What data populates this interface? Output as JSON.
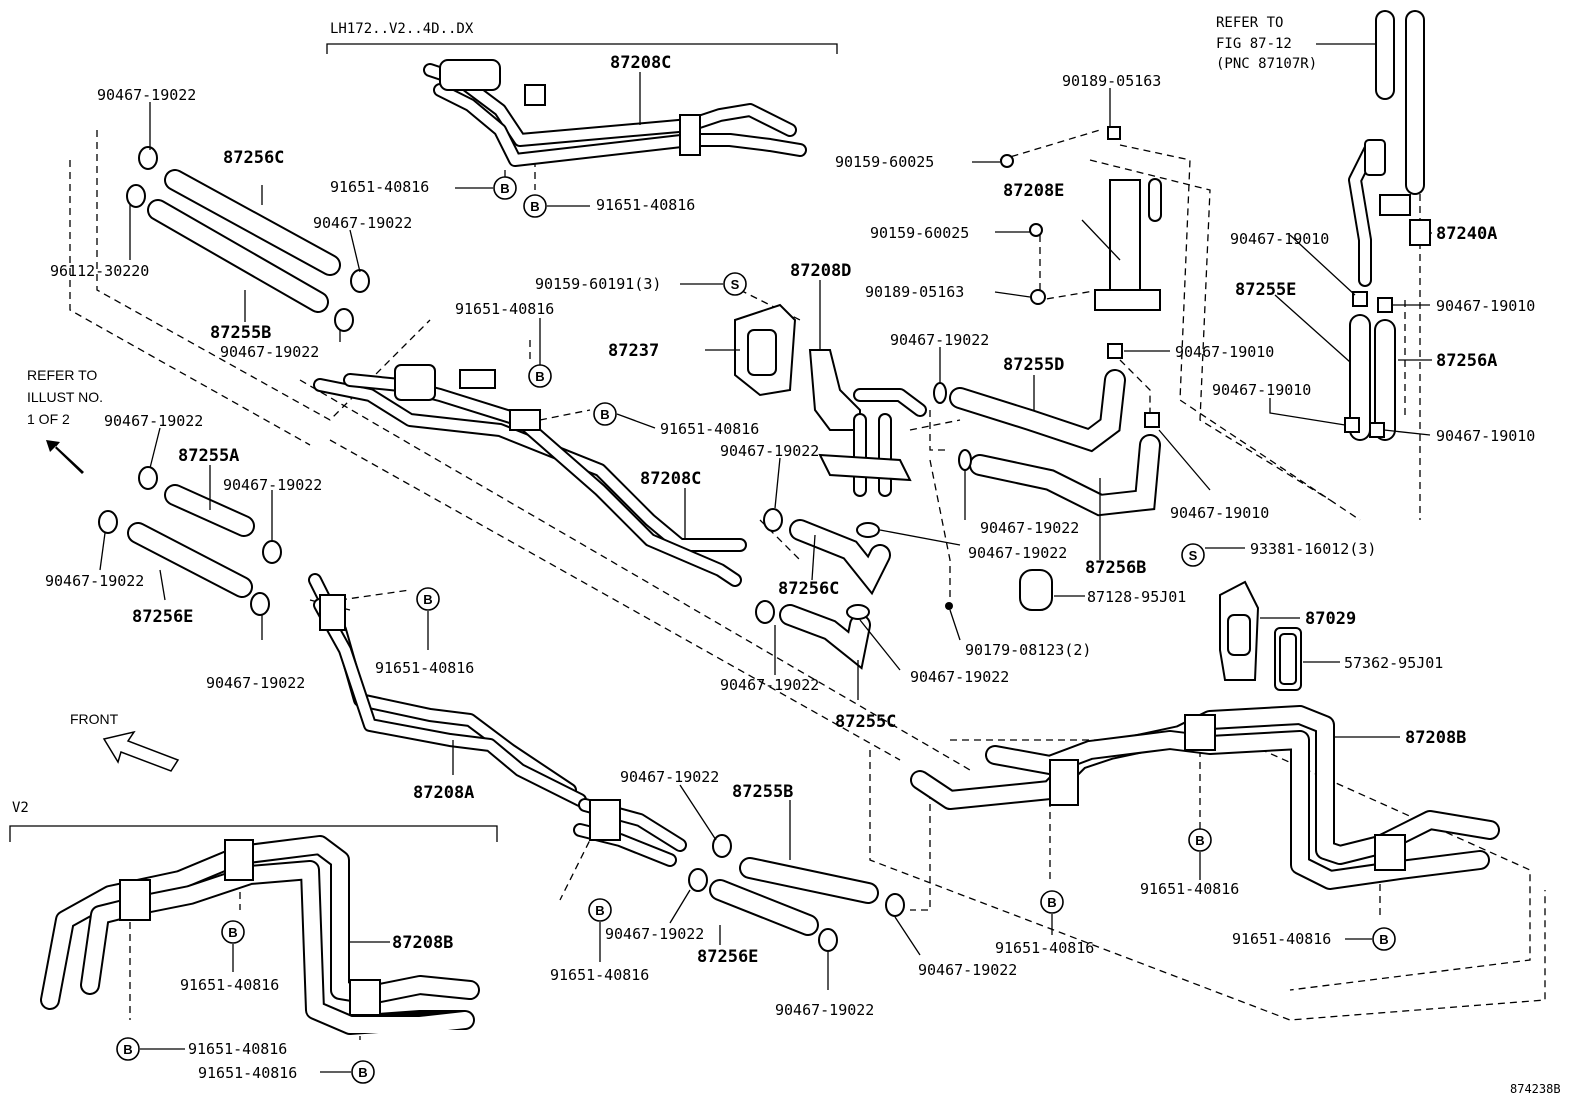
{
  "headers": {
    "top_variant": "LH172..V2..4D..DX",
    "v2_variant": "V2",
    "refer_fig": [
      "REFER TO",
      "FIG 87-12",
      "(PNC 87107R)"
    ],
    "refer_illust": [
      "REFER TO",
      "ILLUST NO.",
      "1 OF 2"
    ],
    "front": "FRONT",
    "diagram_id": "874238B"
  },
  "symbols": {
    "bolt": "B",
    "screw": "S"
  },
  "parts": [
    {
      "id": "p1",
      "text": "90467-19022"
    },
    {
      "id": "p2",
      "text": "87256C"
    },
    {
      "id": "p3",
      "text": "90467-19022"
    },
    {
      "id": "p4",
      "text": "96112-30220"
    },
    {
      "id": "p5",
      "text": "87255B"
    },
    {
      "id": "p6",
      "text": "90467-19022"
    },
    {
      "id": "p7",
      "text": "87208C"
    },
    {
      "id": "p8",
      "text": "91651-40816"
    },
    {
      "id": "p9",
      "text": "91651-40816"
    },
    {
      "id": "p10",
      "text": "90159-60191(3)"
    },
    {
      "id": "p11",
      "text": "91651-40816"
    },
    {
      "id": "p12",
      "text": "87237"
    },
    {
      "id": "p13",
      "text": "91651-40816"
    },
    {
      "id": "p14",
      "text": "87208C"
    },
    {
      "id": "p15",
      "text": "90467-19022"
    },
    {
      "id": "p16",
      "text": "87255A"
    },
    {
      "id": "p17",
      "text": "90467-19022"
    },
    {
      "id": "p18",
      "text": "90467-19022"
    },
    {
      "id": "p19",
      "text": "87256E"
    },
    {
      "id": "p20",
      "text": "90467-19022"
    },
    {
      "id": "p21",
      "text": "91651-40816"
    },
    {
      "id": "p22",
      "text": "87208A"
    },
    {
      "id": "p23",
      "text": "87208D"
    },
    {
      "id": "p24",
      "text": "90467-19022"
    },
    {
      "id": "p25",
      "text": "87255D"
    },
    {
      "id": "p26",
      "text": "90467-19022"
    },
    {
      "id": "p27",
      "text": "87256C"
    },
    {
      "id": "p28",
      "text": "90467-19022"
    },
    {
      "id": "p29",
      "text": "90467-19022"
    },
    {
      "id": "p30",
      "text": "87256B"
    },
    {
      "id": "p31",
      "text": "90467-19022"
    },
    {
      "id": "p32",
      "text": "90467-19022"
    },
    {
      "id": "p33",
      "text": "87255C"
    },
    {
      "id": "p34",
      "text": "87128-95J01"
    },
    {
      "id": "p35",
      "text": "90179-08123(2)"
    },
    {
      "id": "p36",
      "text": "90189-05163"
    },
    {
      "id": "p37",
      "text": "90159-60025"
    },
    {
      "id": "p38",
      "text": "87208E"
    },
    {
      "id": "p39",
      "text": "90159-60025"
    },
    {
      "id": "p40",
      "text": "90189-05163"
    },
    {
      "id": "p41",
      "text": "90467-19010"
    },
    {
      "id": "p42",
      "text": "90467-19010"
    },
    {
      "id": "p43",
      "text": "87240A"
    },
    {
      "id": "p44",
      "text": "90467-19010"
    },
    {
      "id": "p45",
      "text": "87255E"
    },
    {
      "id": "p46",
      "text": "90467-19010"
    },
    {
      "id": "p47",
      "text": "87256A"
    },
    {
      "id": "p48",
      "text": "90467-19010"
    },
    {
      "id": "p49",
      "text": "90467-19010"
    },
    {
      "id": "p50",
      "text": "93381-16012(3)"
    },
    {
      "id": "p51",
      "text": "87029"
    },
    {
      "id": "p52",
      "text": "57362-95J01"
    },
    {
      "id": "p53",
      "text": "87208B"
    },
    {
      "id": "p54",
      "text": "91651-40816"
    },
    {
      "id": "p55",
      "text": "91651-40816"
    },
    {
      "id": "p56",
      "text": "91651-40816"
    },
    {
      "id": "p57",
      "text": "90467-19022"
    },
    {
      "id": "p58",
      "text": "87255B"
    },
    {
      "id": "p59",
      "text": "90467-19022"
    },
    {
      "id": "p60",
      "text": "87256E"
    },
    {
      "id": "p61",
      "text": "90467-19022"
    },
    {
      "id": "p62",
      "text": "91651-40816"
    },
    {
      "id": "p63",
      "text": "90467-19022"
    },
    {
      "id": "p64",
      "text": "87208B"
    },
    {
      "id": "p65",
      "text": "91651-40816"
    },
    {
      "id": "p66",
      "text": "91651-40816"
    },
    {
      "id": "p67",
      "text": "91651-40816"
    },
    {
      "id": "p68",
      "text": "90467-19010"
    }
  ]
}
